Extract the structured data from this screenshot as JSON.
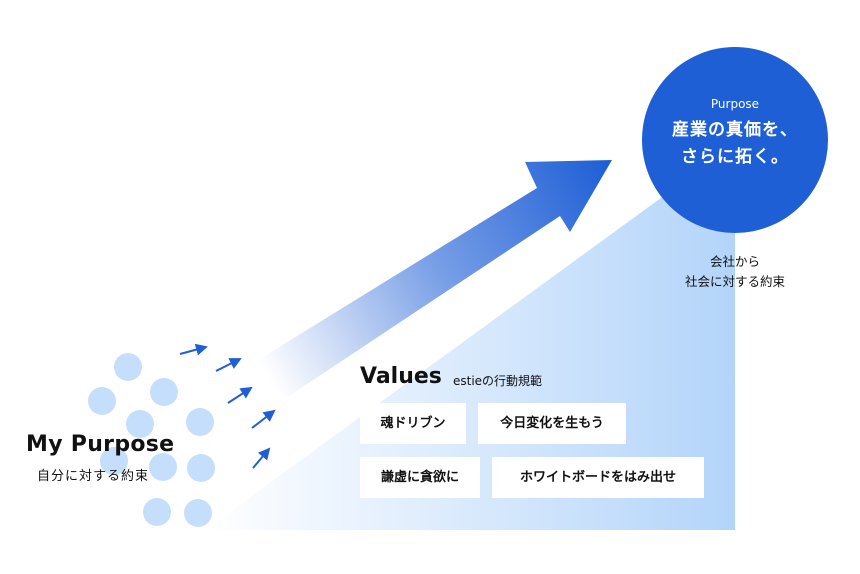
{
  "purpose": {
    "label": "Purpose",
    "text_line1": "産業の真価を、",
    "text_line2": "さらに拓く。"
  },
  "company_promise": {
    "line1": "会社から",
    "line2": "社会に対する約束"
  },
  "values": {
    "title": "Values",
    "subtitle": "estieの行動規範",
    "items": [
      "魂ドリブン",
      "今日変化を生もう",
      "謙虚に貪欲に",
      "ホワイトボードをはみ出せ"
    ]
  },
  "my_purpose": {
    "title": "My Purpose",
    "subtitle": "自分に対する約束"
  },
  "colors": {
    "primary": "#1f5fd6",
    "light": "#bcd9fb",
    "dot": "#c5defb"
  }
}
